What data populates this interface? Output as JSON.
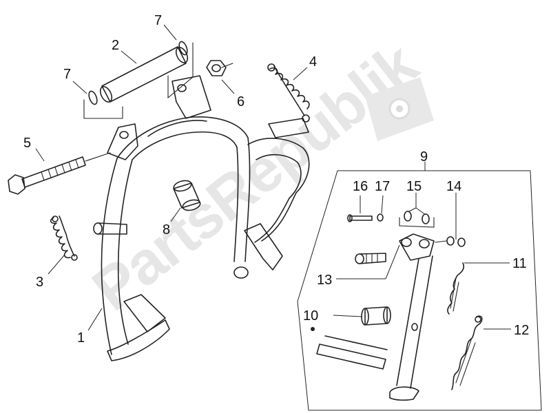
{
  "watermark": {
    "text": "PartsRepublik",
    "color": "#e2e2e2"
  },
  "labels": {
    "l1": "1",
    "l2": "2",
    "l3": "3",
    "l4": "4",
    "l5": "5",
    "l6": "6",
    "l7a": "7",
    "l7b": "7",
    "l8": "8",
    "l9": "9",
    "l10": "10",
    "l11": "11",
    "l12": "12",
    "l13": "13",
    "l14": "14",
    "l15": "15",
    "l16": "16",
    "l17": "17"
  }
}
